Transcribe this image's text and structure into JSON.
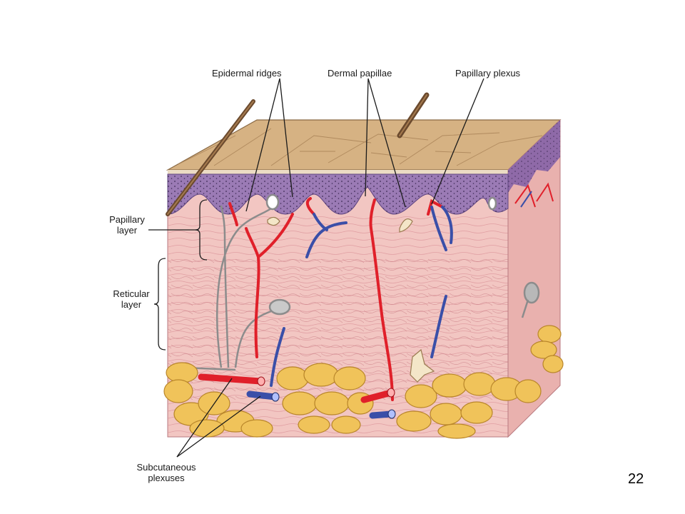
{
  "labels": {
    "epidermal_ridges": "Epidermal ridges",
    "dermal_papillae": "Dermal papillae",
    "papillary_plexus": "Papillary plexus",
    "papillary_layer": [
      "Papillary",
      "layer"
    ],
    "reticular_layer": [
      "Reticular",
      "layer"
    ],
    "subcutaneous_plexuses": [
      "Subcutaneous",
      "plexuses"
    ]
  },
  "page_number": "22",
  "colors": {
    "epidermis": "#9b7bb5",
    "skin_surface": "#d9b98c",
    "dermis": "#f2c6c2",
    "fat": "#f0c35a",
    "artery": "#e0202a",
    "vein": "#3a4fa8",
    "nerve": "#9a9a9a"
  }
}
